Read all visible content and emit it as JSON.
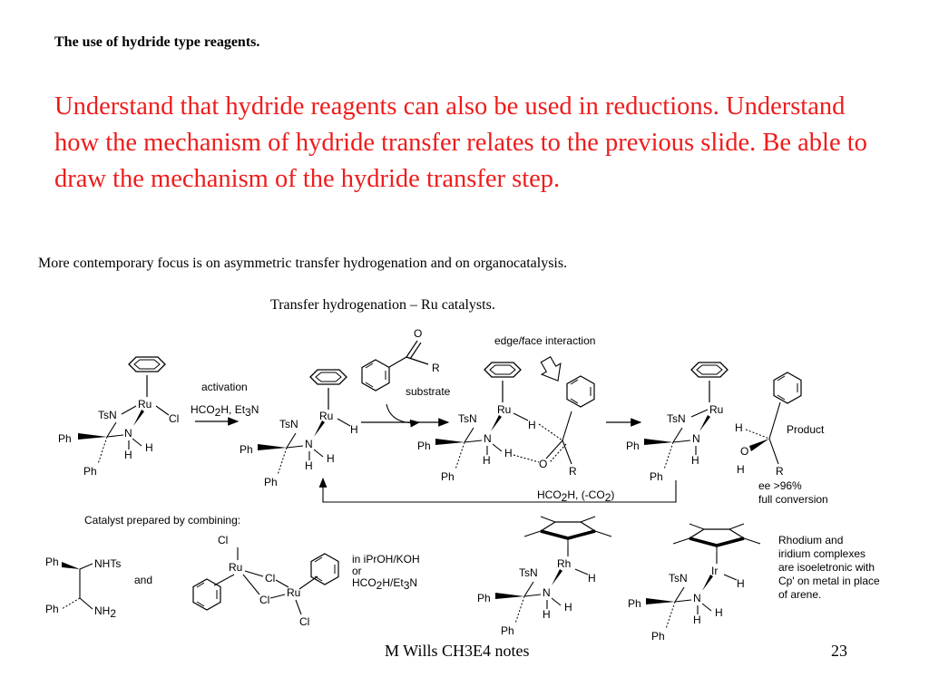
{
  "slide": {
    "heading": "The use of hydride type reagents.",
    "objectives": "Understand that hydride reagents can also be used in reductions. Understand how the mechanism of hydride transfer relates to the previous slide. Be able to draw the mechanism of the hydride transfer step.",
    "intro": "More contemporary focus is on asymmetric transfer hydrogenation and on organocatalysis.",
    "subtitle": "Transfer hydrogenation – Ru catalysts.",
    "footer": "M Wills CH3E4 notes",
    "page_number": "23"
  },
  "colors": {
    "objectives": "#ee1c1c",
    "text": "#000000",
    "background": "#ffffff"
  },
  "scheme": {
    "atoms": {
      "Ru": "Ru",
      "Rh": "Rh",
      "Ir": "Ir",
      "TsN": "TsN",
      "N": "N",
      "H": "H",
      "Ph": "Ph",
      "Cl": "Cl",
      "O": "O",
      "R": "R",
      "NHTs": "NHTs",
      "NH": "NH",
      "two": "2"
    },
    "activation": "activation",
    "activation_cond_a": "HCO",
    "activation_cond_b": "H, Et",
    "activation_cond_c": "N",
    "substrate": "substrate",
    "edge_face": "edge/face interaction",
    "regen_a": "HCO",
    "regen_b": "H, (-CO",
    "regen_c": ")",
    "product": "Product",
    "ee": "ee >96%",
    "conversion": "full conversion",
    "catalyst_prep": "Catalyst prepared by combining:",
    "and": "and",
    "cond_1": "in iPrOH/KOH",
    "cond_2": "or",
    "cond_3a": "HCO",
    "cond_3b": "H/Et",
    "cond_3c": "N",
    "note": [
      "Rhodium and",
      "iridium complexes",
      "are isoeletronic with",
      "Cp' on metal in place",
      "of arene."
    ]
  }
}
